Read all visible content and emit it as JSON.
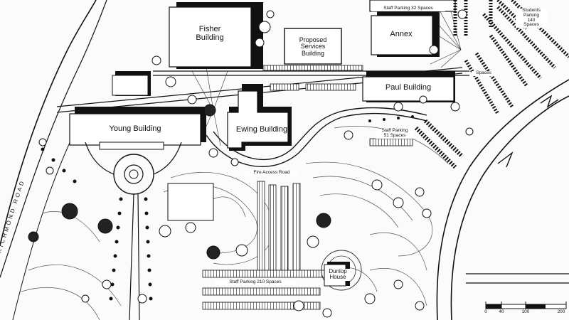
{
  "map": {
    "buildings": {
      "fisher": [
        "Fisher",
        "Building"
      ],
      "proposed": [
        "Proposed",
        "Services",
        "Building"
      ],
      "annex": "Annex",
      "paul": "Paul Building",
      "young": "Young Building",
      "ewing": "Ewing Building",
      "dunlop": [
        "Dunlop",
        "House"
      ]
    },
    "roads": {
      "richmond": "RICHMOND ROAD",
      "fire_access": "Fire Access Road"
    },
    "parking": {
      "top": "Staff Parking 32 Spaces",
      "mid": [
        "Staff Parking",
        "51 Spaces"
      ],
      "south": "Staff Parking 210 Spaces",
      "students": [
        "Students Parking",
        "140",
        "Spaces"
      ],
      "paul_spaces": "Spaces"
    },
    "scale_bar": {
      "ticks": [
        "0",
        "40",
        "100",
        "200"
      ]
    },
    "colors": {
      "ink": "#111111",
      "paper": "#fbfbfb",
      "building_fill": "#ffffff"
    }
  }
}
